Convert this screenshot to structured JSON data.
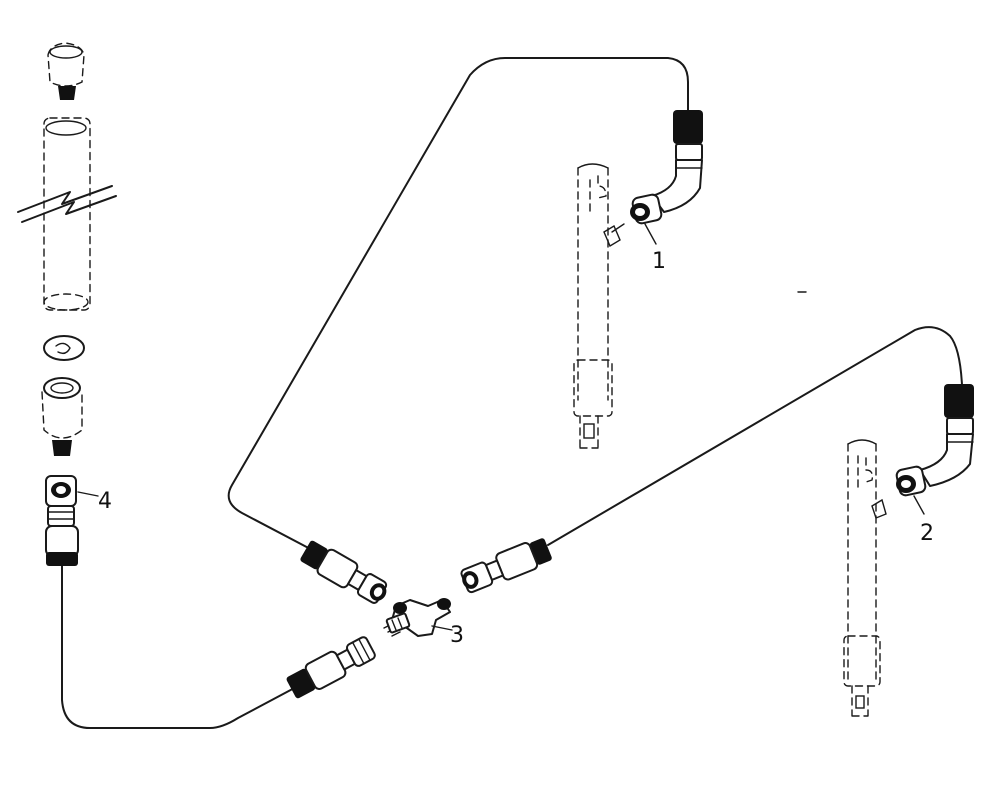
{
  "callouts": [
    {
      "id": "1",
      "label": "1"
    },
    {
      "id": "2",
      "label": "2"
    },
    {
      "id": "3",
      "label": "3"
    },
    {
      "id": "4",
      "label": "4"
    }
  ],
  "colors": {
    "ink": "#1a1a1a",
    "background": "#ffffff"
  }
}
